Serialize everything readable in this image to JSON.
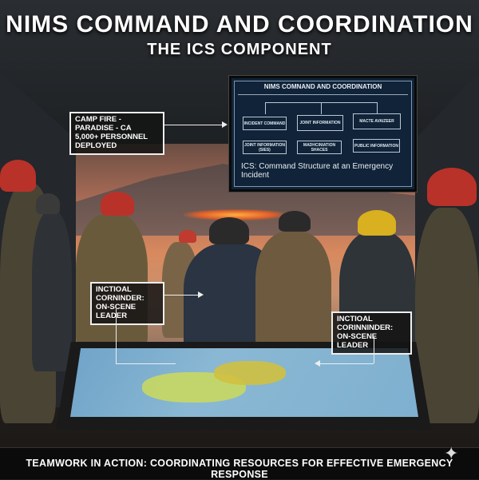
{
  "header": {
    "title": "NIMS COMMAND AND COORDINATION",
    "subtitle": "THE ICS COMPONENT"
  },
  "monitor": {
    "title": "NIMS COMNAND AND COORDINATION",
    "nodes_top": [
      "INCIDENT COMMAND",
      "JOINT INFORMATION",
      "MACTE AVAIZEER"
    ],
    "nodes_bottom": [
      "JOINT INFORMATION (SIES)",
      "MADHCINIATION SHACES",
      "PUBLIC INFORMATION"
    ],
    "caption": "ICS: Command Structure at an Emergency Incident"
  },
  "callouts": {
    "camp_fire": {
      "line1": "CAMP FIRE - PARADISE - CA",
      "line2": "5,000+ PERSONNEL",
      "line3": "DEPLOYED"
    },
    "commander_left": {
      "line1": "INCTIOAL CORNINDER:",
      "line2": "ON-SCENE LEADER"
    },
    "commander_right": {
      "line1": "INCTIOAL CORINNINDER:",
      "line2": "ON-SCENE LEADER"
    }
  },
  "footer": {
    "text": "TEAMWORK IN ACTION: COORDINATING RESOURCES FOR EFFECTIVE EMERGENCY RESPONSE"
  },
  "colors": {
    "monitor_bg": "#102338",
    "sky": "#d88a5e",
    "map": "#7eb0cf",
    "helmet_red": "#b8322a",
    "helmet_yellow": "#d8b020"
  }
}
